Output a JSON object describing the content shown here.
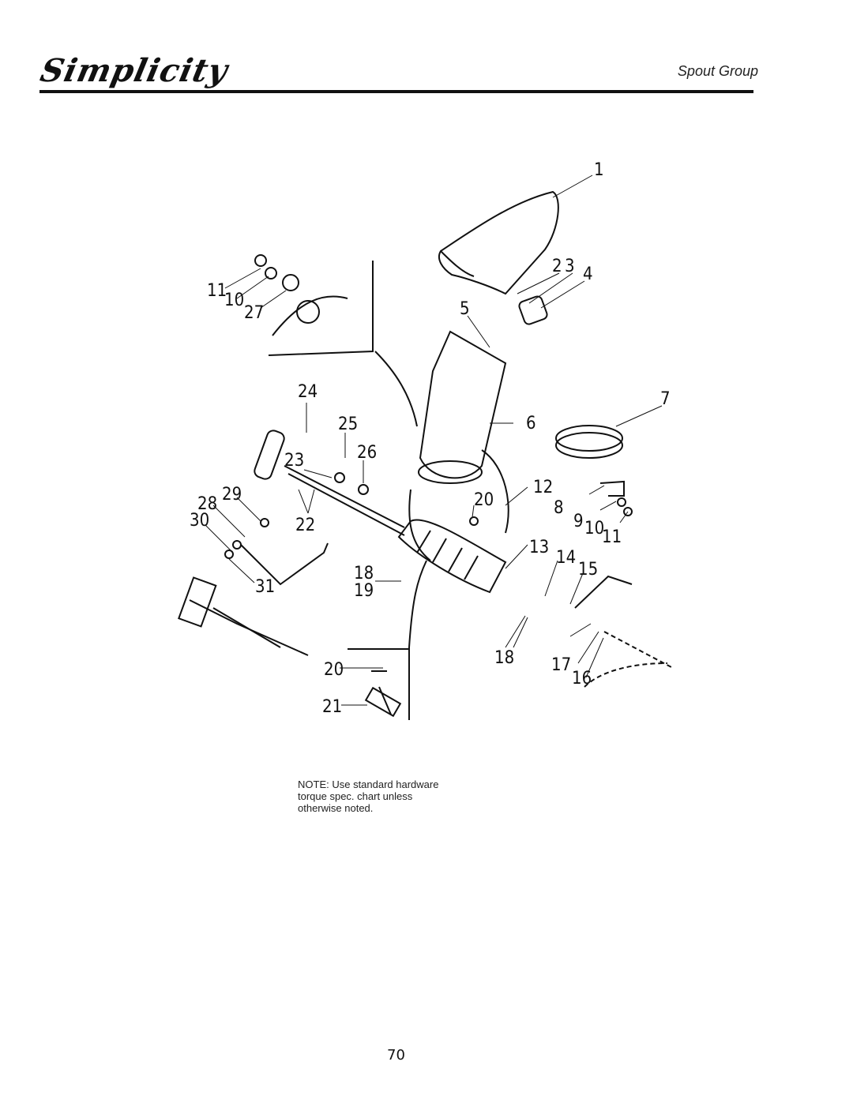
{
  "header": {
    "brand": "Simplicity",
    "section_title": "Spout Group"
  },
  "callouts": {
    "c1": "1",
    "c2": "2",
    "c3": "3",
    "c4": "4",
    "c5": "5",
    "c6": "6",
    "c7": "7",
    "c8": "8",
    "c9": "9",
    "c10a": "10",
    "c10b": "10",
    "c11a": "11",
    "c11b": "11",
    "c12": "12",
    "c13": "13",
    "c14": "14",
    "c15": "15",
    "c16": "16",
    "c17": "17",
    "c18a": "18",
    "c18b": "18",
    "c19": "19",
    "c20a": "20",
    "c20b": "20",
    "c21": "21",
    "c22": "22",
    "c23": "23",
    "c24": "24",
    "c25": "25",
    "c26": "26",
    "c27": "27",
    "c28": "28",
    "c29": "29",
    "c30": "30",
    "c31": "31"
  },
  "note": {
    "line1": "NOTE:  Use standard hardware",
    "line2": "torque spec. chart unless",
    "line3": "otherwise noted."
  },
  "footer": {
    "page_number": "70"
  }
}
